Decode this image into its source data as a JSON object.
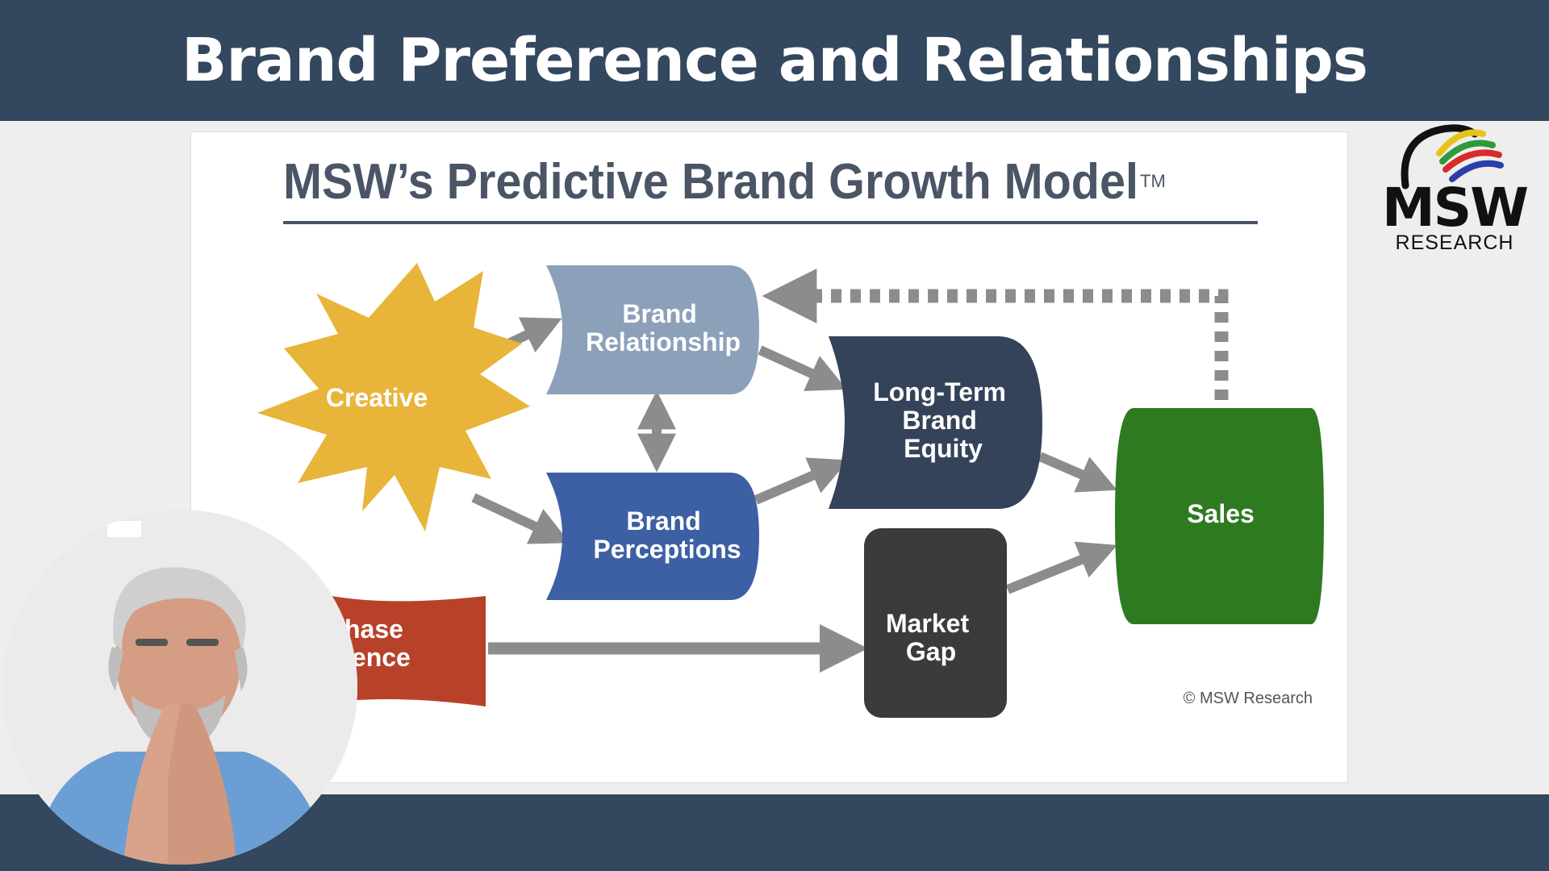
{
  "header": {
    "title": "Brand Preference and Relationships"
  },
  "slide": {
    "title": "MSW’s Predictive Brand Growth Model",
    "trademark": "TM",
    "copyright": "© MSW Research",
    "nodes": {
      "creative": "Creative",
      "brand_relationship": [
        "Brand",
        "Relationship"
      ],
      "brand_perceptions": [
        "Brand",
        "Perceptions"
      ],
      "long_term_brand_equity": [
        "Long-Term",
        "Brand",
        "Equity"
      ],
      "purchase_experience": [
        "hase",
        "ience"
      ],
      "market_gap": [
        "Market",
        "Gap"
      ],
      "sales": "Sales"
    },
    "colors": {
      "creative": "#e8b53a",
      "brand_relationship": "#8da0ba",
      "brand_perceptions": "#3d5fa3",
      "long_term_brand_equity": "#34435a",
      "purchase_experience": "#b8412a",
      "market_gap": "#3b3b3b",
      "sales": "#2e7a21",
      "arrow": "#8c8c8c",
      "title": "#4a5566"
    }
  },
  "logo": {
    "name": "MSW",
    "subtitle": "RESEARCH"
  },
  "colors": {
    "bar": "#33475e",
    "background": "#eeeeee"
  }
}
